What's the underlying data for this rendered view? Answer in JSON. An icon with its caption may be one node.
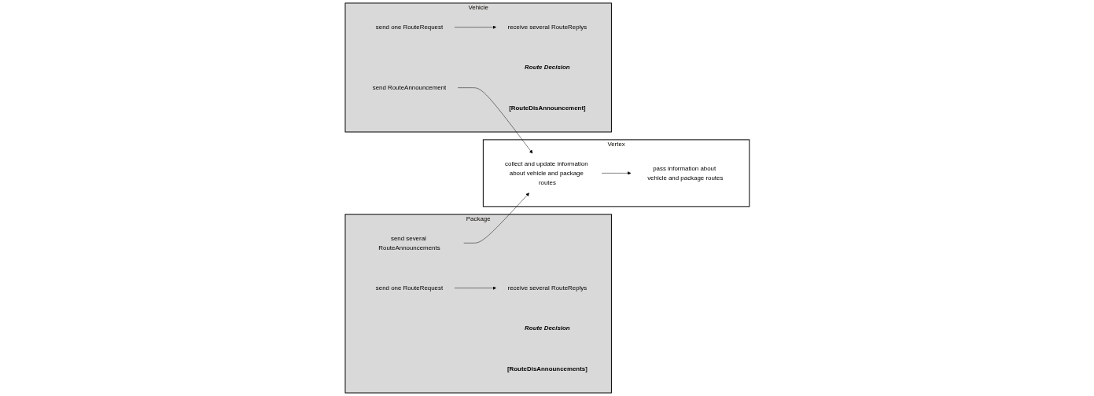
{
  "diagram": {
    "nodes": [
      {
        "text": [
          "Package"
        ]
      },
      {
        "text": [
          "send one RouteRequest"
        ],
        "in": 0
      },
      {
        "text": [
          "receive several RouteReplys"
        ],
        "in": 0
      },
      {
        "text": [
          "Route Decision"
        ],
        "in": 0
      },
      {
        "text": [
          "[RouteDisAnnouncements]"
        ],
        "in": 0
      },
      {
        "text": [
          "send several RouteAnnouncements"
        ],
        "in": 0
      },
      {
        "text": [
          "Vertex"
        ]
      },
      {
        "text": [
          "pass information about vehicle and package routes"
        ],
        "in": 6
      },
      {
        "text": [
          "collect and update information about vehicle and package routes"
        ],
        "in": 6
      },
      {
        "text": [
          "Vehicle"
        ]
      },
      {
        "text": [
          "send one RouteRequest"
        ],
        "in": 9
      },
      {
        "text": [
          "receive several RouteReplys"
        ],
        "in": 9
      },
      {
        "text": [
          "Route Decision"
        ],
        "in": 9
      },
      {
        "text": [
          "[RouteDisAnnouncement]"
        ],
        "in": 9
      },
      {
        "text": [
          "send RouteAnnouncement"
        ],
        "in": 9
      }
    ],
    "edges": [
      {
        "from": 1,
        "to": 2,
        "arrow": "to"
      },
      {
        "from": 10,
        "to": 11,
        "arrow": "to"
      },
      {
        "from": 8,
        "to": 7,
        "arrow": "to"
      },
      {
        "from": 5,
        "to": 8,
        "arrow": "to"
      },
      {
        "from": 14,
        "to": 8,
        "arrow": "to"
      }
    ]
  }
}
